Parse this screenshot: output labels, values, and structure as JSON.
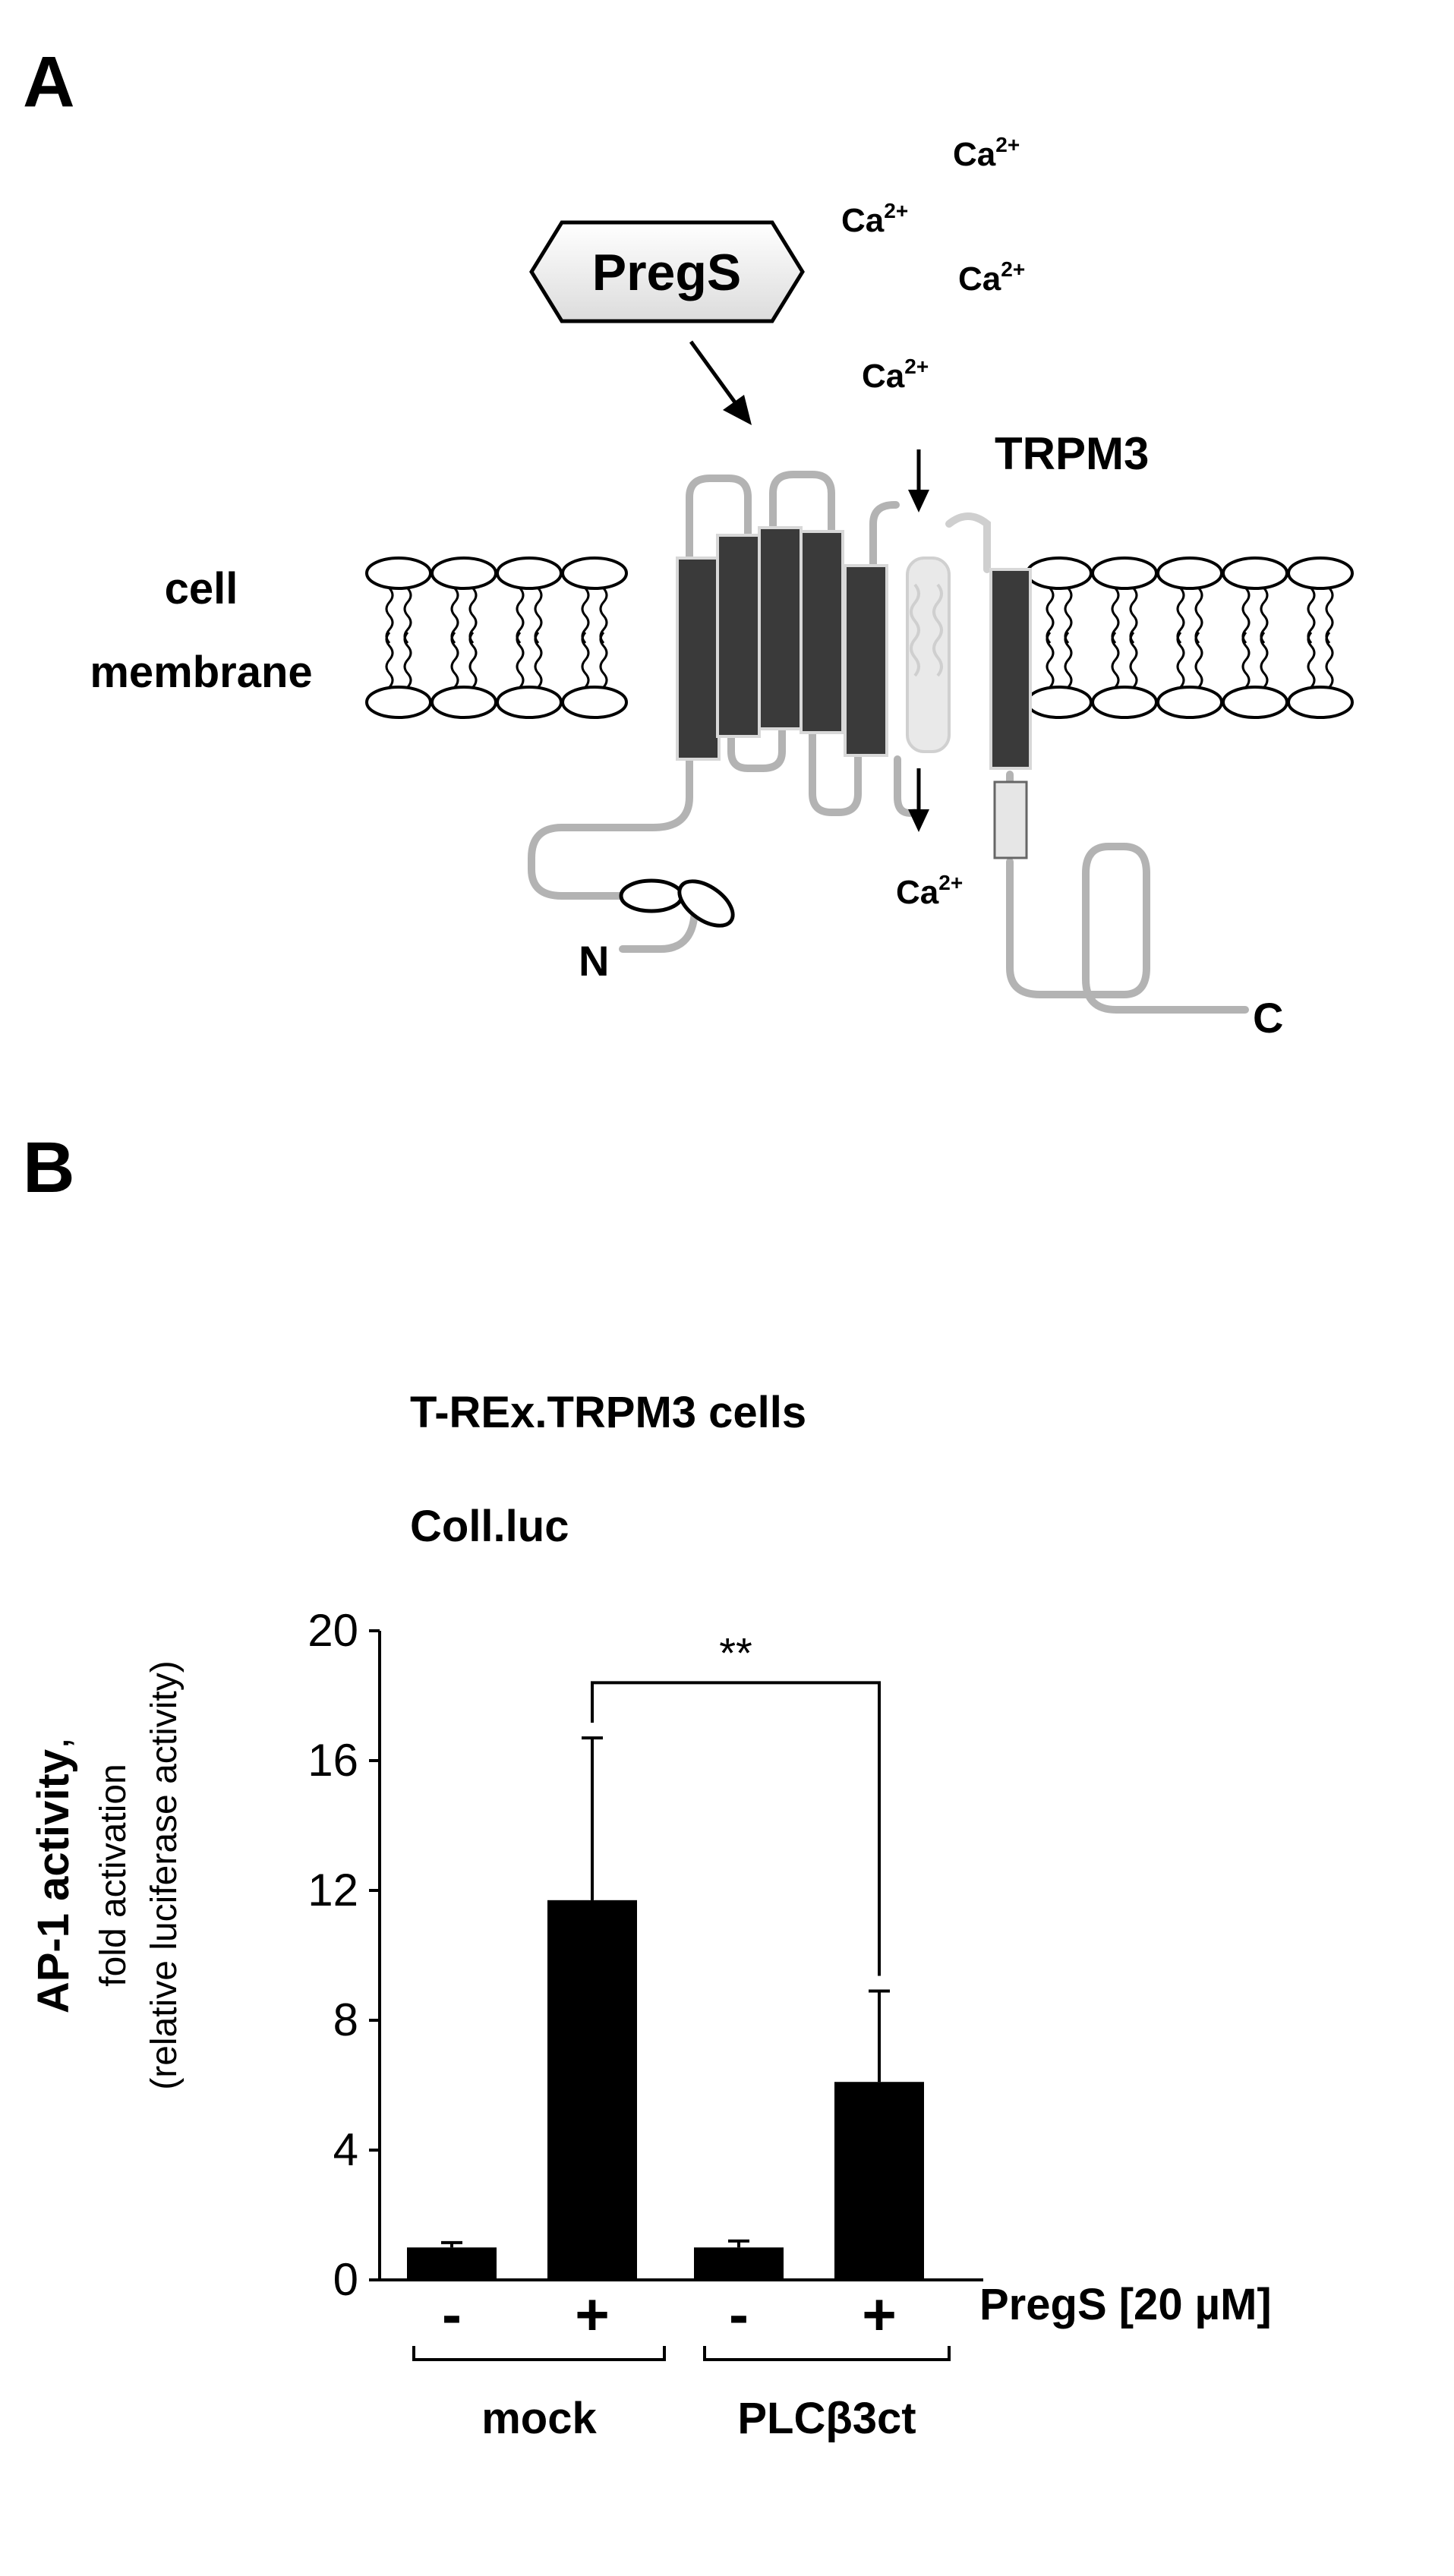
{
  "panel_a": {
    "panel_label": "A",
    "ligand_label": "PregS",
    "channel_label": "TRPM3",
    "membrane_label_line1": "cell",
    "membrane_label_line2": "membrane",
    "n_terminus": "N",
    "c_terminus": "C",
    "ion_base": "Ca",
    "ion_charge": "2+"
  },
  "panel_b": {
    "panel_label": "B",
    "chart_title": "T-REx.TRPM3 cells",
    "chart_subtitle": "Coll.luc",
    "ylabel_bold": "AP-1 activity",
    "ylabel_comma": ",",
    "ylabel_line2": "fold activation",
    "ylabel_line3": "(relative luciferase activity)",
    "treatment_label": "PregS [20 µM]",
    "significance": "**",
    "groups": [
      "mock",
      "PLCβ3ct"
    ]
  },
  "chart_data": {
    "type": "bar",
    "title": "T-REx.TRPM3 cells",
    "subtitle": "Coll.luc",
    "categories": [
      "-",
      "+",
      "-",
      "+"
    ],
    "groups": [
      "mock",
      "mock",
      "PLCβ3ct",
      "PLCβ3ct"
    ],
    "values": [
      1.0,
      11.7,
      1.0,
      6.1
    ],
    "errors": [
      0.15,
      5.0,
      0.2,
      2.8
    ],
    "ylim": [
      0,
      20
    ],
    "yticks": [
      0,
      4,
      8,
      12,
      16,
      20
    ],
    "ylabel": "AP-1 activity, fold activation (relative luciferase activity)",
    "xlabel": "PregS [20 µM]",
    "bar_color": "#000000",
    "grid": false,
    "significance": [
      {
        "between": [
          1,
          3
        ],
        "label": "**"
      }
    ]
  }
}
